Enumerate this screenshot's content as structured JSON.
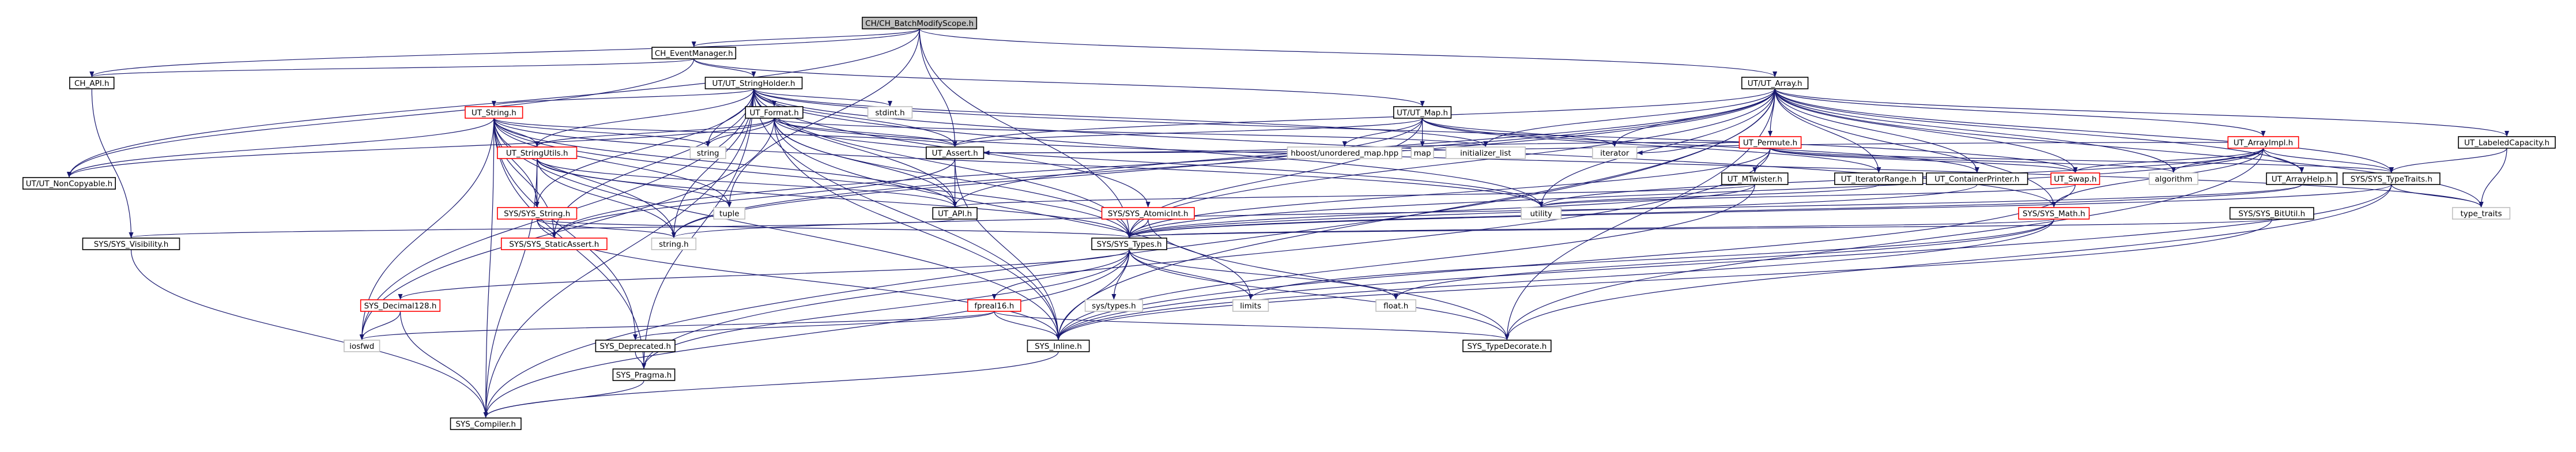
{
  "graph": {
    "title": "CH/CH_BatchModifyScope.h",
    "colors": {
      "root_fill": "#bfbfbf",
      "node_fill": "#ffffff",
      "node_stroke": "#000000",
      "truncated_stroke": "#ff0000",
      "external_stroke": "#bfbfbf",
      "edge": "#191970",
      "text": "#000000"
    },
    "nodes": [
      {
        "id": "root",
        "label": "CH/CH_BatchModifyScope.h",
        "kind": "root"
      },
      {
        "id": "ch_eventmanager",
        "label": "CH_EventManager.h",
        "kind": "normal"
      },
      {
        "id": "ch_api",
        "label": "CH_API.h",
        "kind": "normal"
      },
      {
        "id": "ut_stringholder",
        "label": "UT/UT_StringHolder.h",
        "kind": "normal"
      },
      {
        "id": "ut_array",
        "label": "UT/UT_Array.h",
        "kind": "normal"
      },
      {
        "id": "ut_noncopyable",
        "label": "UT/UT_NonCopyable.h",
        "kind": "normal"
      },
      {
        "id": "ut_string",
        "label": "UT_String.h",
        "kind": "truncated"
      },
      {
        "id": "ut_format",
        "label": "UT_Format.h",
        "kind": "normal"
      },
      {
        "id": "ut_map",
        "label": "UT/UT_Map.h",
        "kind": "normal"
      },
      {
        "id": "stdint",
        "label": "stdint.h",
        "kind": "external"
      },
      {
        "id": "ut_permute",
        "label": "UT_Permute.h",
        "kind": "truncated"
      },
      {
        "id": "ut_arrayimpl",
        "label": "UT_ArrayImpl.h",
        "kind": "truncated"
      },
      {
        "id": "ut_labeledcapacity",
        "label": "UT_LabeledCapacity.h",
        "kind": "normal"
      },
      {
        "id": "ut_stringutils",
        "label": "UT_StringUtils.h",
        "kind": "truncated"
      },
      {
        "id": "string_std",
        "label": "string",
        "kind": "external"
      },
      {
        "id": "ut_assert",
        "label": "UT_Assert.h",
        "kind": "normal"
      },
      {
        "id": "hboost_map",
        "label": "hboost/unordered_map.hpp",
        "kind": "external"
      },
      {
        "id": "map_std",
        "label": "map",
        "kind": "external"
      },
      {
        "id": "initializer_list",
        "label": "initializer_list",
        "kind": "external"
      },
      {
        "id": "iterator",
        "label": "iterator",
        "kind": "external"
      },
      {
        "id": "ut_mtwister",
        "label": "UT_MTwister.h",
        "kind": "normal"
      },
      {
        "id": "ut_iteratorrange",
        "label": "UT_IteratorRange.h",
        "kind": "normal"
      },
      {
        "id": "ut_containerprinter",
        "label": "UT_ContainerPrinter.h",
        "kind": "normal"
      },
      {
        "id": "ut_swap",
        "label": "UT_Swap.h",
        "kind": "truncated"
      },
      {
        "id": "algorithm",
        "label": "algorithm",
        "kind": "external"
      },
      {
        "id": "ut_arrayhelp",
        "label": "UT_ArrayHelp.h",
        "kind": "normal"
      },
      {
        "id": "sys_typetraits",
        "label": "SYS/SYS_TypeTraits.h",
        "kind": "normal"
      },
      {
        "id": "sys_string",
        "label": "SYS/SYS_String.h",
        "kind": "truncated"
      },
      {
        "id": "tuple",
        "label": "tuple",
        "kind": "external"
      },
      {
        "id": "ut_api",
        "label": "UT_API.h",
        "kind": "normal"
      },
      {
        "id": "sys_atomicint",
        "label": "SYS/SYS_AtomicInt.h",
        "kind": "truncated"
      },
      {
        "id": "utility",
        "label": "utility",
        "kind": "external"
      },
      {
        "id": "sys_math",
        "label": "SYS/SYS_Math.h",
        "kind": "truncated"
      },
      {
        "id": "type_traits",
        "label": "type_traits",
        "kind": "external"
      },
      {
        "id": "sys_bitutil",
        "label": "SYS/SYS_BitUtil.h",
        "kind": "normal"
      },
      {
        "id": "sys_visibility",
        "label": "SYS/SYS_Visibility.h",
        "kind": "normal"
      },
      {
        "id": "sys_staticassert",
        "label": "SYS/SYS_StaticAssert.h",
        "kind": "truncated"
      },
      {
        "id": "string_h",
        "label": "string.h",
        "kind": "external"
      },
      {
        "id": "sys_types",
        "label": "SYS/SYS_Types.h",
        "kind": "normal"
      },
      {
        "id": "sys_decimal128",
        "label": "SYS_Decimal128.h",
        "kind": "truncated"
      },
      {
        "id": "fpreal16",
        "label": "fpreal16.h",
        "kind": "truncated"
      },
      {
        "id": "sys_types_h",
        "label": "sys/types.h",
        "kind": "external"
      },
      {
        "id": "limits",
        "label": "limits",
        "kind": "external"
      },
      {
        "id": "float_h",
        "label": "float.h",
        "kind": "external"
      },
      {
        "id": "iosfwd",
        "label": "iosfwd",
        "kind": "external"
      },
      {
        "id": "sys_deprecated",
        "label": "SYS_Deprecated.h",
        "kind": "normal"
      },
      {
        "id": "sys_inline",
        "label": "SYS_Inline.h",
        "kind": "normal"
      },
      {
        "id": "sys_typedecorate",
        "label": "SYS_TypeDecorate.h",
        "kind": "normal"
      },
      {
        "id": "sys_pragma",
        "label": "SYS_Pragma.h",
        "kind": "normal"
      },
      {
        "id": "sys_compiler",
        "label": "SYS_Compiler.h",
        "kind": "normal"
      }
    ],
    "edges": [
      [
        "root",
        "ch_eventmanager"
      ],
      [
        "root",
        "ch_api"
      ],
      [
        "root",
        "ut_array"
      ],
      [
        "root",
        "ut_noncopyable"
      ],
      [
        "root",
        "ut_assert"
      ],
      [
        "root",
        "tuple"
      ],
      [
        "root",
        "sys_types"
      ],
      [
        "ch_eventmanager",
        "ch_api"
      ],
      [
        "ch_eventmanager",
        "ut_stringholder"
      ],
      [
        "ch_eventmanager",
        "ut_map"
      ],
      [
        "ch_eventmanager",
        "ut_noncopyable"
      ],
      [
        "ch_api",
        "sys_visibility"
      ],
      [
        "ut_stringholder",
        "ut_string"
      ],
      [
        "ut_stringholder",
        "ut_format"
      ],
      [
        "ut_stringholder",
        "stdint"
      ],
      [
        "ut_stringholder",
        "ut_stringutils"
      ],
      [
        "ut_stringholder",
        "string_std"
      ],
      [
        "ut_stringholder",
        "ut_assert"
      ],
      [
        "ut_stringholder",
        "ut_swap"
      ],
      [
        "ut_stringholder",
        "sys_string"
      ],
      [
        "ut_stringholder",
        "ut_api"
      ],
      [
        "ut_stringholder",
        "sys_atomicint"
      ],
      [
        "ut_stringholder",
        "sys_staticassert"
      ],
      [
        "ut_stringholder",
        "string_h"
      ],
      [
        "ut_stringholder",
        "sys_types"
      ],
      [
        "ut_stringholder",
        "iosfwd"
      ],
      [
        "ut_stringholder",
        "sys_inline"
      ],
      [
        "ut_stringholder",
        "sys_pragma"
      ],
      [
        "ut_stringholder",
        "sys_compiler"
      ],
      [
        "ut_stringholder",
        "utility"
      ],
      [
        "ut_stringholder",
        "initializer_list"
      ],
      [
        "ut_stringholder",
        "sys_math"
      ],
      [
        "ut_array",
        "ut_permute"
      ],
      [
        "ut_array",
        "ut_arrayimpl"
      ],
      [
        "ut_array",
        "ut_labeledcapacity"
      ],
      [
        "ut_array",
        "ut_assert"
      ],
      [
        "ut_array",
        "ut_api"
      ],
      [
        "ut_array",
        "initializer_list"
      ],
      [
        "ut_array",
        "iterator"
      ],
      [
        "ut_array",
        "ut_iteratorrange"
      ],
      [
        "ut_array",
        "ut_containerprinter"
      ],
      [
        "ut_array",
        "algorithm"
      ],
      [
        "ut_array",
        "ut_arrayhelp"
      ],
      [
        "ut_array",
        "sys_typetraits"
      ],
      [
        "ut_array",
        "type_traits"
      ],
      [
        "ut_array",
        "utility"
      ],
      [
        "ut_array",
        "sys_math"
      ],
      [
        "ut_array",
        "sys_types"
      ],
      [
        "ut_array",
        "sys_inline"
      ],
      [
        "ut_array",
        "sys_typedecorate"
      ],
      [
        "ut_array",
        "sys_compiler"
      ],
      [
        "ut_array",
        "string_h"
      ],
      [
        "ut_array",
        "sys_staticassert"
      ],
      [
        "ut_array",
        "ut_swap"
      ],
      [
        "ut_string",
        "ut_noncopyable"
      ],
      [
        "ut_string",
        "ut_assert"
      ],
      [
        "ut_string",
        "ut_api"
      ],
      [
        "ut_string",
        "sys_string"
      ],
      [
        "ut_string",
        "sys_types"
      ],
      [
        "ut_string",
        "string_h"
      ],
      [
        "ut_string",
        "iosfwd"
      ],
      [
        "ut_string",
        "sys_compiler"
      ],
      [
        "ut_string",
        "sys_inline"
      ],
      [
        "ut_string",
        "sys_deprecated"
      ],
      [
        "ut_string",
        "ut_stringutils"
      ],
      [
        "ut_string",
        "string_std"
      ],
      [
        "ut_string",
        "tuple"
      ],
      [
        "ut_string",
        "utility"
      ],
      [
        "ut_string",
        "sys_staticassert"
      ],
      [
        "ut_string",
        "sys_pragma"
      ],
      [
        "ut_format",
        "ut_api"
      ],
      [
        "ut_format",
        "ut_assert"
      ],
      [
        "ut_format",
        "ut_noncopyable"
      ],
      [
        "ut_format",
        "sys_types"
      ],
      [
        "ut_format",
        "string_std"
      ],
      [
        "ut_format",
        "initializer_list"
      ],
      [
        "ut_format",
        "iosfwd"
      ],
      [
        "ut_format",
        "limits"
      ],
      [
        "ut_format",
        "type_traits"
      ],
      [
        "ut_format",
        "sys_inline"
      ],
      [
        "ut_format",
        "ut_stringutils"
      ],
      [
        "ut_format",
        "utility"
      ],
      [
        "ut_map",
        "ut_containerprinter"
      ],
      [
        "ut_map",
        "ut_iteratorrange"
      ],
      [
        "ut_map",
        "ut_assert"
      ],
      [
        "ut_map",
        "sys_types"
      ],
      [
        "ut_map",
        "hboost_map"
      ],
      [
        "ut_map",
        "map_std"
      ],
      [
        "ut_map",
        "iterator"
      ],
      [
        "ut_map",
        "string_h"
      ],
      [
        "ut_permute",
        "ut_assert"
      ],
      [
        "ut_permute",
        "ut_mtwister"
      ],
      [
        "ut_permute",
        "ut_swap"
      ],
      [
        "ut_permute",
        "sys_types"
      ],
      [
        "ut_permute",
        "algorithm"
      ],
      [
        "ut_permute",
        "iterator"
      ],
      [
        "ut_permute",
        "sys_typetraits"
      ],
      [
        "ut_permute",
        "sys_pragma"
      ],
      [
        "ut_arrayimpl",
        "ut_arrayhelp"
      ],
      [
        "ut_arrayimpl",
        "ut_assert"
      ],
      [
        "ut_arrayimpl",
        "ut_swap"
      ],
      [
        "ut_arrayimpl",
        "sys_math"
      ],
      [
        "ut_arrayimpl",
        "sys_types"
      ],
      [
        "ut_arrayimpl",
        "sys_typetraits"
      ],
      [
        "ut_arrayimpl",
        "algorithm"
      ],
      [
        "ut_arrayimpl",
        "utility"
      ],
      [
        "ut_arrayimpl",
        "sys_typedecorate"
      ],
      [
        "ut_labeledcapacity",
        "sys_typetraits"
      ],
      [
        "ut_labeledcapacity",
        "type_traits"
      ],
      [
        "ut_stringutils",
        "ut_api"
      ],
      [
        "ut_stringutils",
        "sys_types"
      ],
      [
        "ut_stringutils",
        "sys_string"
      ],
      [
        "ut_stringutils",
        "string_h"
      ],
      [
        "ut_stringutils",
        "tuple"
      ],
      [
        "ut_stringutils",
        "sys_compiler"
      ],
      [
        "ut_assert",
        "ut_api"
      ],
      [
        "ut_assert",
        "sys_inline"
      ],
      [
        "ut_assert",
        "sys_staticassert"
      ],
      [
        "ut_mtwister",
        "ut_api"
      ],
      [
        "ut_mtwister",
        "sys_types"
      ],
      [
        "ut_mtwister",
        "sys_inline"
      ],
      [
        "ut_iteratorrange",
        "utility"
      ],
      [
        "ut_containerprinter",
        "sys_types"
      ],
      [
        "ut_swap",
        "utility"
      ],
      [
        "ut_swap",
        "sys_inline"
      ],
      [
        "ut_arrayhelp",
        "sys_types"
      ],
      [
        "ut_arrayhelp",
        "string_h"
      ],
      [
        "sys_typetraits",
        "sys_types"
      ],
      [
        "sys_typetraits",
        "type_traits"
      ],
      [
        "sys_typetraits",
        "sys_inline"
      ],
      [
        "sys_typetraits",
        "sys_typedecorate"
      ],
      [
        "sys_string",
        "sys_types"
      ],
      [
        "sys_string",
        "sys_inline"
      ],
      [
        "sys_string",
        "string_h"
      ],
      [
        "sys_string",
        "sys_staticassert"
      ],
      [
        "ut_api",
        "sys_visibility"
      ],
      [
        "sys_atomicint",
        "sys_types"
      ],
      [
        "sys_atomicint",
        "sys_typedecorate"
      ],
      [
        "sys_math",
        "sys_types"
      ],
      [
        "sys_math",
        "limits"
      ],
      [
        "sys_math",
        "float_h"
      ],
      [
        "sys_math",
        "sys_inline"
      ],
      [
        "sys_bitutil",
        "sys_types"
      ],
      [
        "sys_bitutil",
        "sys_inline"
      ],
      [
        "sys_visibility",
        "sys_compiler"
      ],
      [
        "sys_types",
        "sys_decimal128"
      ],
      [
        "sys_types",
        "fpreal16"
      ],
      [
        "sys_types",
        "sys_types_h"
      ],
      [
        "sys_types",
        "limits"
      ],
      [
        "sys_types",
        "float_h"
      ],
      [
        "sys_types",
        "sys_inline"
      ],
      [
        "sys_types",
        "sys_typedecorate"
      ],
      [
        "sys_types",
        "sys_compiler"
      ],
      [
        "sys_types",
        "sys_pragma"
      ],
      [
        "sys_decimal128",
        "iosfwd"
      ],
      [
        "sys_decimal128",
        "sys_compiler"
      ],
      [
        "fpreal16",
        "sys_deprecated"
      ],
      [
        "fpreal16",
        "sys_inline"
      ],
      [
        "fpreal16",
        "sys_typedecorate"
      ],
      [
        "fpreal16",
        "iosfwd"
      ],
      [
        "sys_deprecated",
        "sys_pragma"
      ],
      [
        "sys_inline",
        "sys_compiler"
      ],
      [
        "sys_pragma",
        "sys_compiler"
      ]
    ]
  }
}
